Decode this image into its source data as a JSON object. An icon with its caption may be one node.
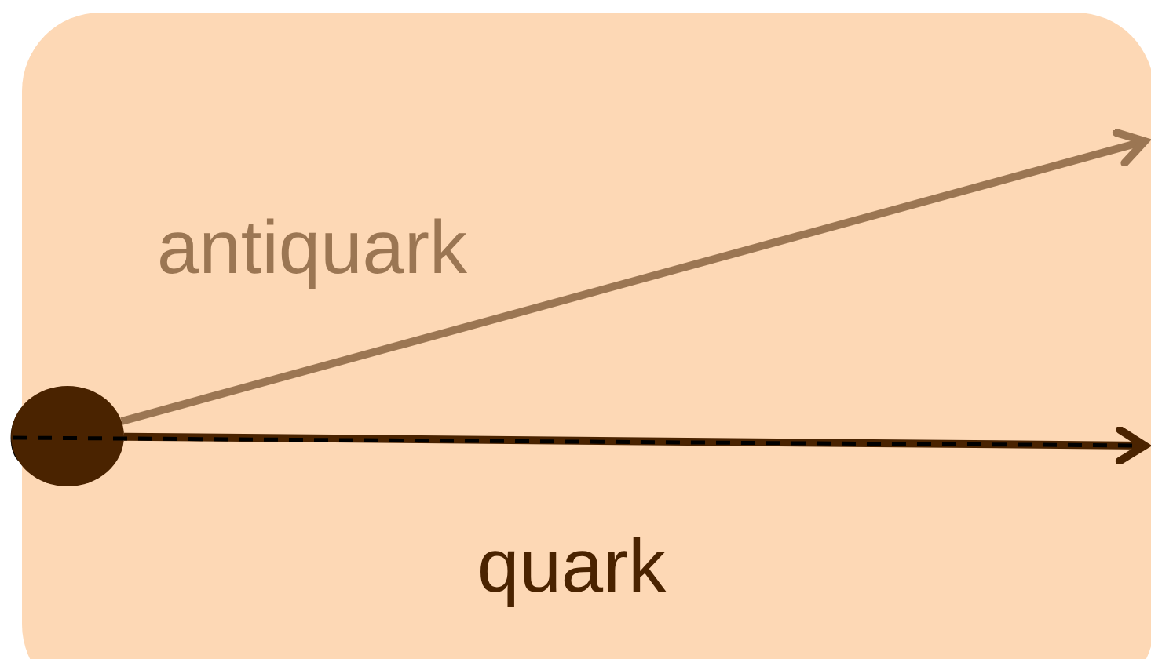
{
  "diagram": {
    "nodes": [
      {
        "text": [],
        "shape": "box"
      },
      {
        "text": [],
        "shape": "circle"
      }
    ],
    "edges": [
      {
        "from": 1,
        "to": 0,
        "arrow": "to",
        "label": "antiquark",
        "color": "#9b7653"
      },
      {
        "from": 1,
        "to": 0,
        "arrow": "to",
        "label": "quark",
        "color": "#4a2300"
      }
    ]
  }
}
